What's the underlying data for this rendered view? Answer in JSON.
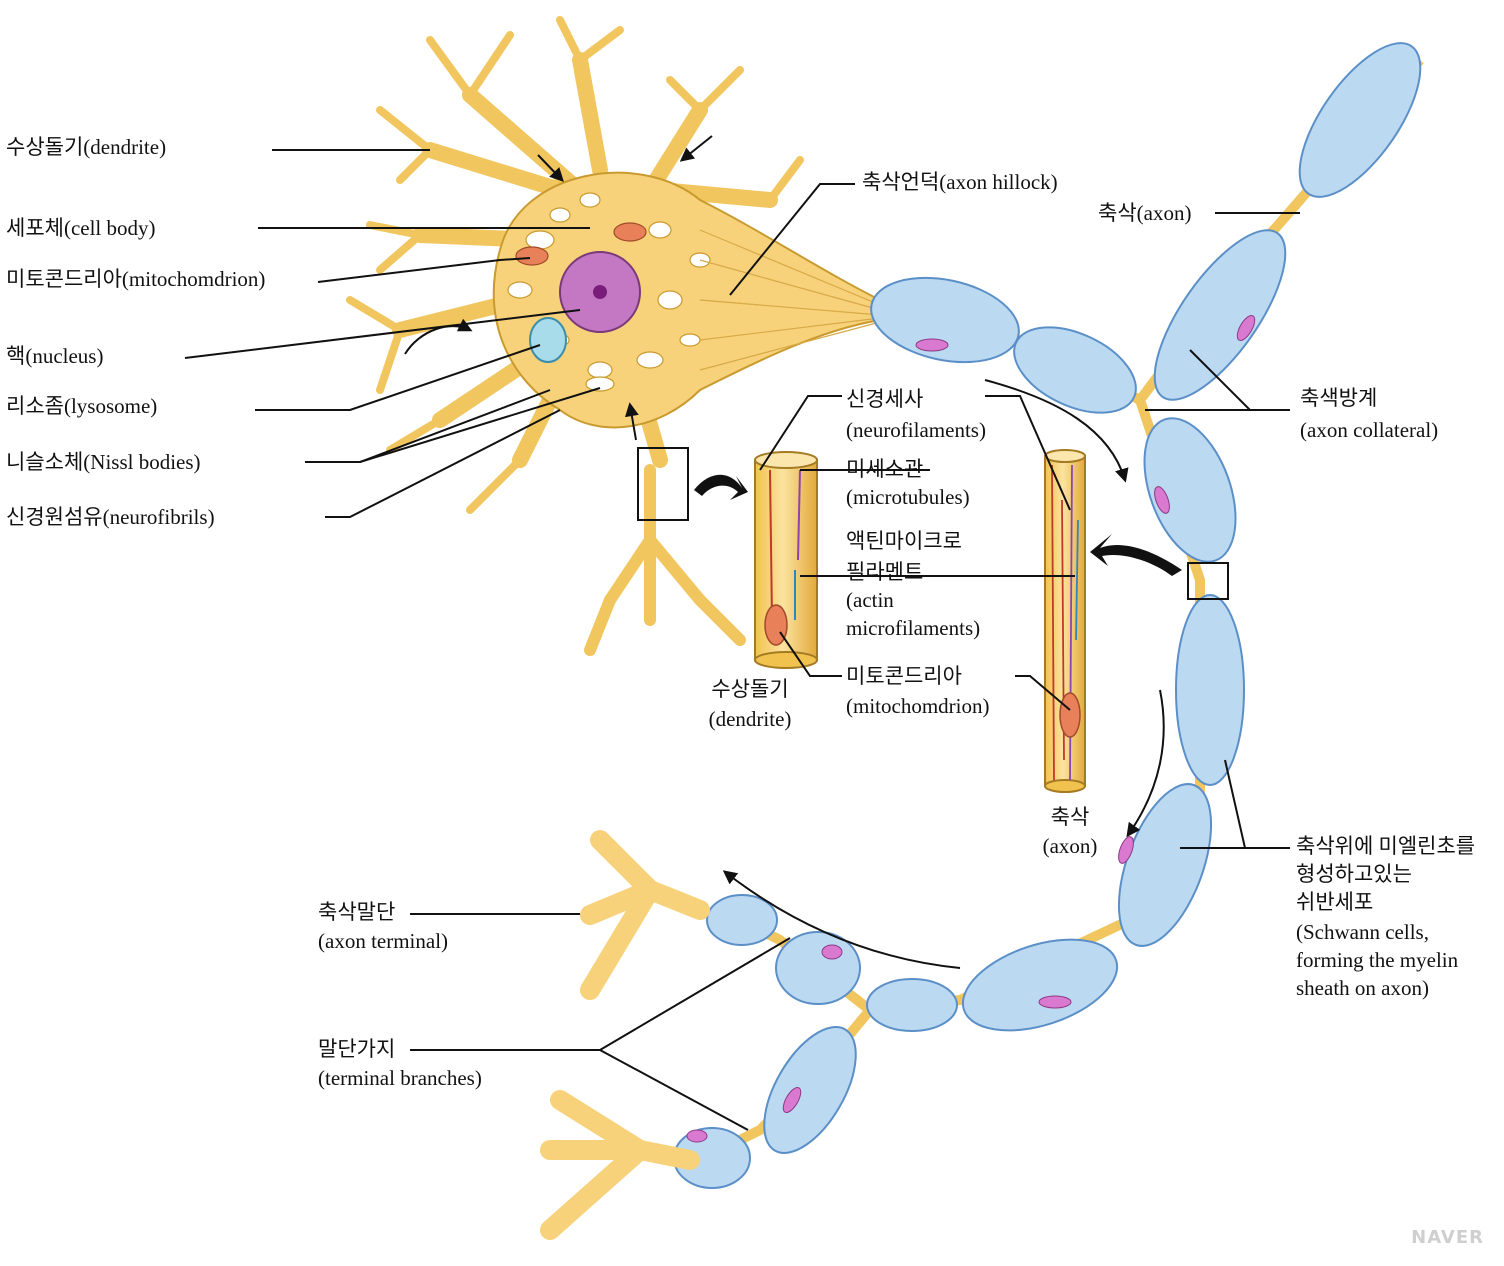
{
  "labels": {
    "dendrite": "수상돌기(dendrite)",
    "cell_body": "세포체(cell body)",
    "mitochondrion": "미토콘드리아(mitochomdrion)",
    "nucleus": "핵(nucleus)",
    "lysosome": "리소좀(lysosome)",
    "nissl": "니슬소체(Nissl bodies)",
    "neurofibrils": "신경원섬유(neurofibrils)",
    "axon_hillock": "축삭언덕(axon hillock)",
    "axon_top": "축삭(axon)",
    "collateral_1": "축색방계",
    "collateral_2": "(axon collateral)",
    "neurofil_1": "신경세사",
    "neurofil_2": "(neurofilaments)",
    "microtub_1": "미세소관",
    "microtub_2": "(microtubules)",
    "actin_1": "액틴마이크로",
    "actin_2": "필라멘트",
    "actin_3": "(actin",
    "actin_4": "microfilaments)",
    "mito2_1": "미토콘드리아",
    "mito2_2": "(mitochomdrion)",
    "dendrite_cyl_1": "수상돌기",
    "dendrite_cyl_2": "(dendrite)",
    "axon_cyl_1": "축삭",
    "axon_cyl_2": "(axon)",
    "schwann_1": "축삭위에 미엘린초를",
    "schwann_2": "형성하고있는",
    "schwann_3": "쉬반세포",
    "schwann_4": "(Schwann cells,",
    "schwann_5": "forming the myelin",
    "schwann_6": "sheath on axon)",
    "terminal_1": "축삭말단",
    "terminal_2": "(axon terminal)",
    "branches_1": "말단가지",
    "branches_2": "(terminal branches)",
    "watermark": "NAVER"
  },
  "colors": {
    "cell": "#f7d27a",
    "cell_outline": "#c99a2e",
    "myelin": "#bcd9f2",
    "myelin_outline": "#5b8fc7",
    "axon_core": "#d9d5c3",
    "nucleus": "#c478c4",
    "nucleolus": "#7a1d7a",
    "lysosome": "#a9dceb",
    "mito": "#e8805a",
    "schwann_nucleus": "#d97ad0",
    "neurofilament": "#c0392b",
    "microtubule": "#8e44ad",
    "actin": "#2e86c1"
  }
}
